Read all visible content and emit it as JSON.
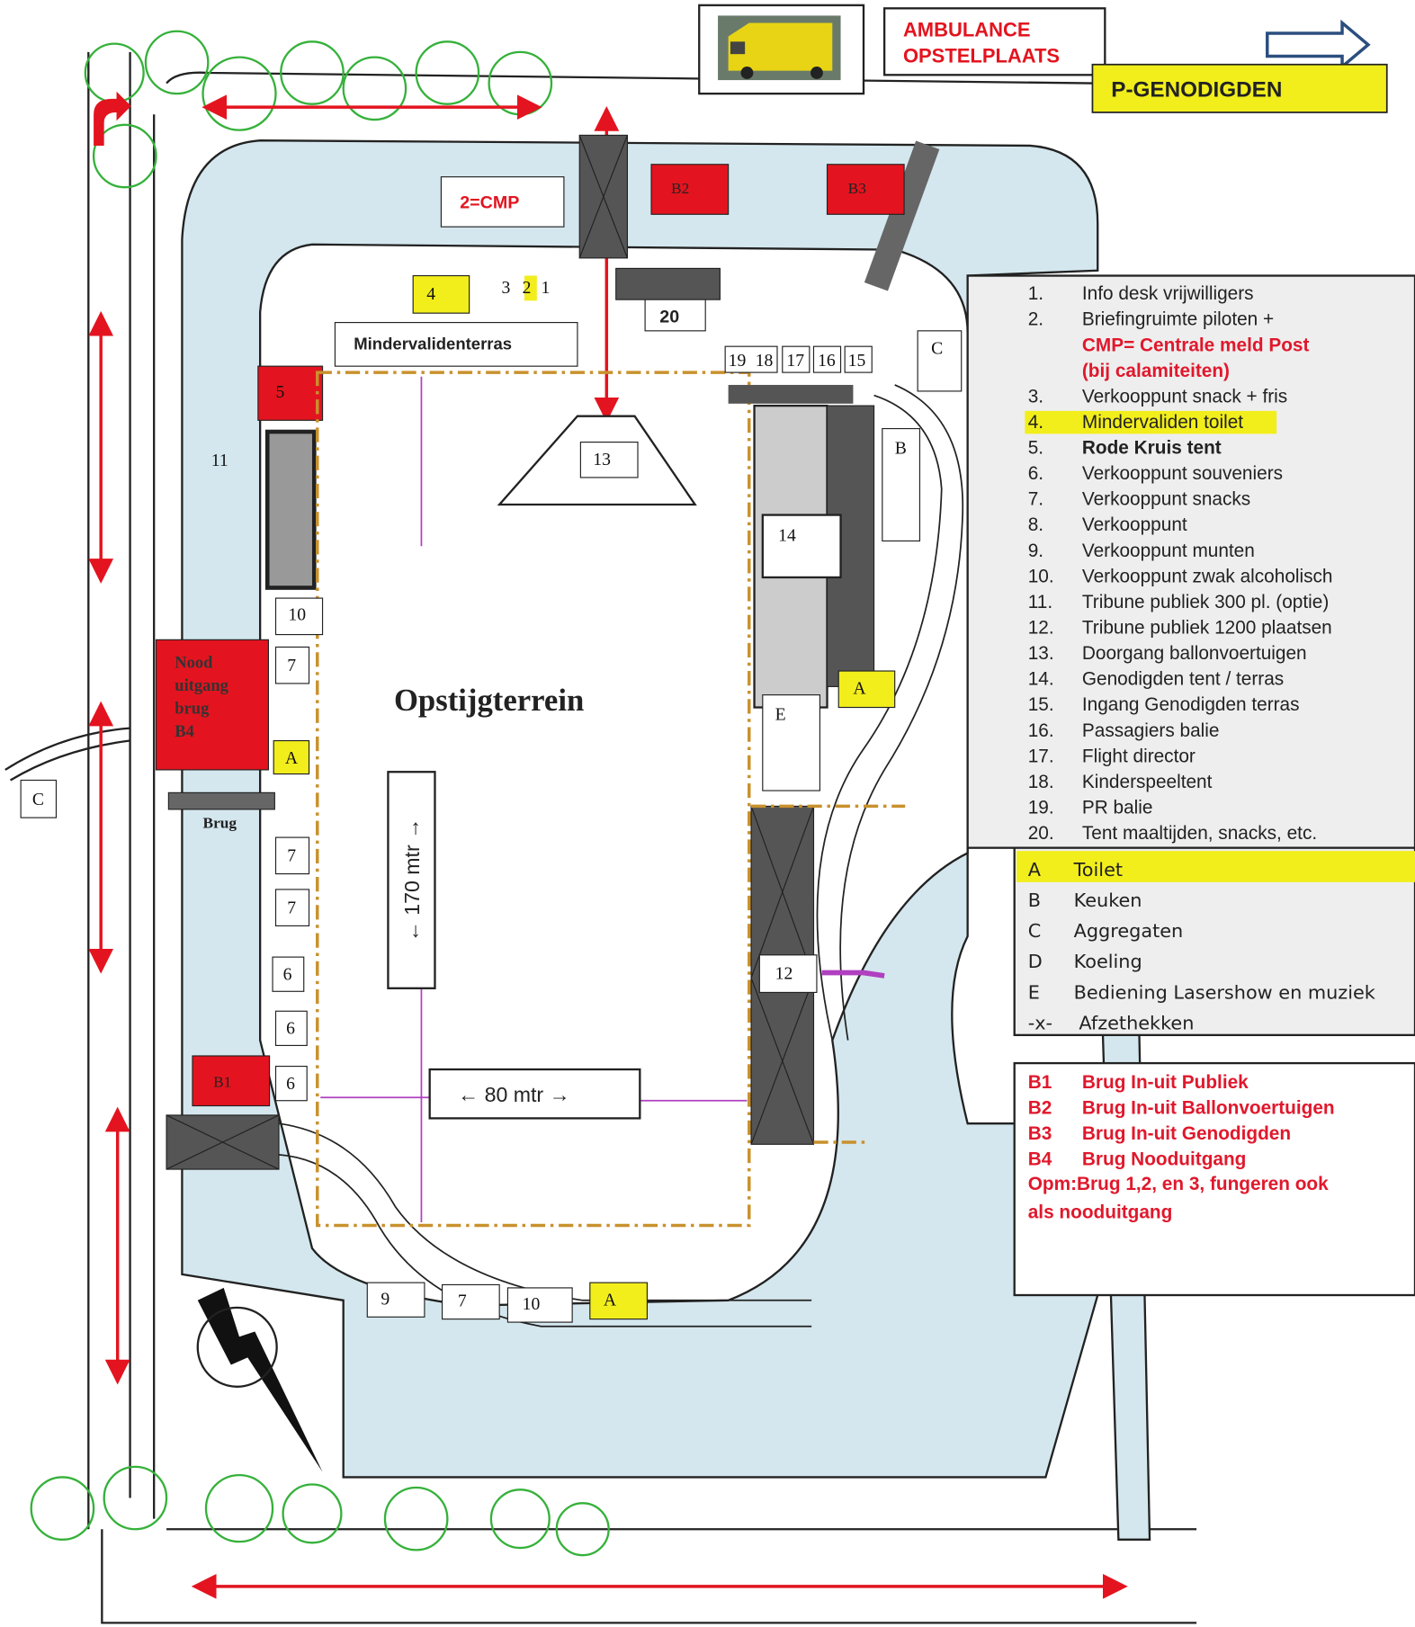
{
  "colors": {
    "water": "#d4e7ee",
    "red": "#e3141f",
    "yellow": "#f2ee1c",
    "fence": "#c9912d",
    "legend_bg": "#eeeeee",
    "tree": "#35b13a",
    "purple": "#b040c0",
    "brug": "#555555"
  },
  "header": {
    "ambulance_line1": "AMBULANCE",
    "ambulance_line2": "OPSTELPLAATS",
    "p_genodigden": "P-GENODIGDEN"
  },
  "map": {
    "field_label": "Opstijgterrein",
    "length_label": "← 170 mtr →",
    "width_label": "← 80 mtr →",
    "cmp_label": "2=CMP",
    "mindervalidenterras": "Mindervalidenterras",
    "nooduitgang": [
      "Nood",
      "uitgang",
      "brug",
      "B4"
    ],
    "brug": "Brug",
    "bridges": [
      "B1",
      "B2",
      "B3"
    ],
    "numbers": {
      "n1": "1",
      "n2": "2",
      "n3": "3",
      "n4": "4",
      "n5": "5",
      "n6": "6",
      "n7": "7",
      "n9": "9",
      "n10": "10",
      "n11": "11",
      "n12": "12",
      "n13": "13",
      "n14": "14",
      "n15": "15",
      "n16": "16",
      "n17": "17",
      "n18": "18",
      "n19": "19",
      "n20": "20"
    },
    "letters": {
      "A": "A",
      "B": "B",
      "C": "C",
      "E": "E"
    }
  },
  "legend_numbers": [
    {
      "num": "1.",
      "text": "Info desk vrijwilligers"
    },
    {
      "num": "2.",
      "text": "Briefingruimte piloten +"
    },
    {
      "num": "",
      "text": "CMP= Centrale meld Post",
      "style": "red"
    },
    {
      "num": "",
      "text": "(bij calamiteiten)",
      "style": "red"
    },
    {
      "num": "3.",
      "text": "Verkooppunt snack + fris"
    },
    {
      "num": "4.",
      "text": "Mindervaliden toilet",
      "style": "highlight"
    },
    {
      "num": "5.",
      "text": "Rode Kruis tent",
      "style": "bold"
    },
    {
      "num": "6.",
      "text": "Verkooppunt souveniers"
    },
    {
      "num": "7.",
      "text": "Verkooppunt snacks"
    },
    {
      "num": "8.",
      "text": "Verkooppunt"
    },
    {
      "num": "9.",
      "text": "Verkooppunt munten"
    },
    {
      "num": "10.",
      "text": "Verkooppunt zwak alcoholisch"
    },
    {
      "num": "11.",
      "text": "Tribune publiek 300 pl. (optie)"
    },
    {
      "num": "12.",
      "text": "Tribune publiek 1200 plaatsen"
    },
    {
      "num": "13.",
      "text": "Doorgang ballonvoertuigen"
    },
    {
      "num": "14.",
      "text": "Genodigden tent / terras"
    },
    {
      "num": "15.",
      "text": "Ingang Genodigden terras"
    },
    {
      "num": "16.",
      "text": "Passagiers balie"
    },
    {
      "num": "17.",
      "text": "Flight director"
    },
    {
      "num": "18.",
      "text": "Kinderspeeltent"
    },
    {
      "num": "19.",
      "text": "PR balie"
    },
    {
      "num": "20.",
      "text": "Tent maaltijden, snacks, etc."
    }
  ],
  "legend_letters": [
    {
      "key": "A",
      "text": "Toilet"
    },
    {
      "key": "B",
      "text": "Keuken"
    },
    {
      "key": "C",
      "text": "Aggregaten"
    },
    {
      "key": "D",
      "text": "Koeling"
    },
    {
      "key": "E",
      "text": "Bediening Lasershow en muziek"
    },
    {
      "key": "-x-",
      "text": "Afzethekken"
    }
  ],
  "legend_bridges": [
    {
      "key": "B1",
      "text": "Brug In-uit Publiek"
    },
    {
      "key": "B2",
      "text": "Brug In-uit Ballonvoertuigen"
    },
    {
      "key": "B3",
      "text": "Brug In-uit Genodigden"
    },
    {
      "key": "B4",
      "text": "Brug Nooduitgang"
    }
  ],
  "legend_note": [
    "Opm:Brug 1,2, en 3, fungeren ook",
    "als nooduitgang"
  ]
}
